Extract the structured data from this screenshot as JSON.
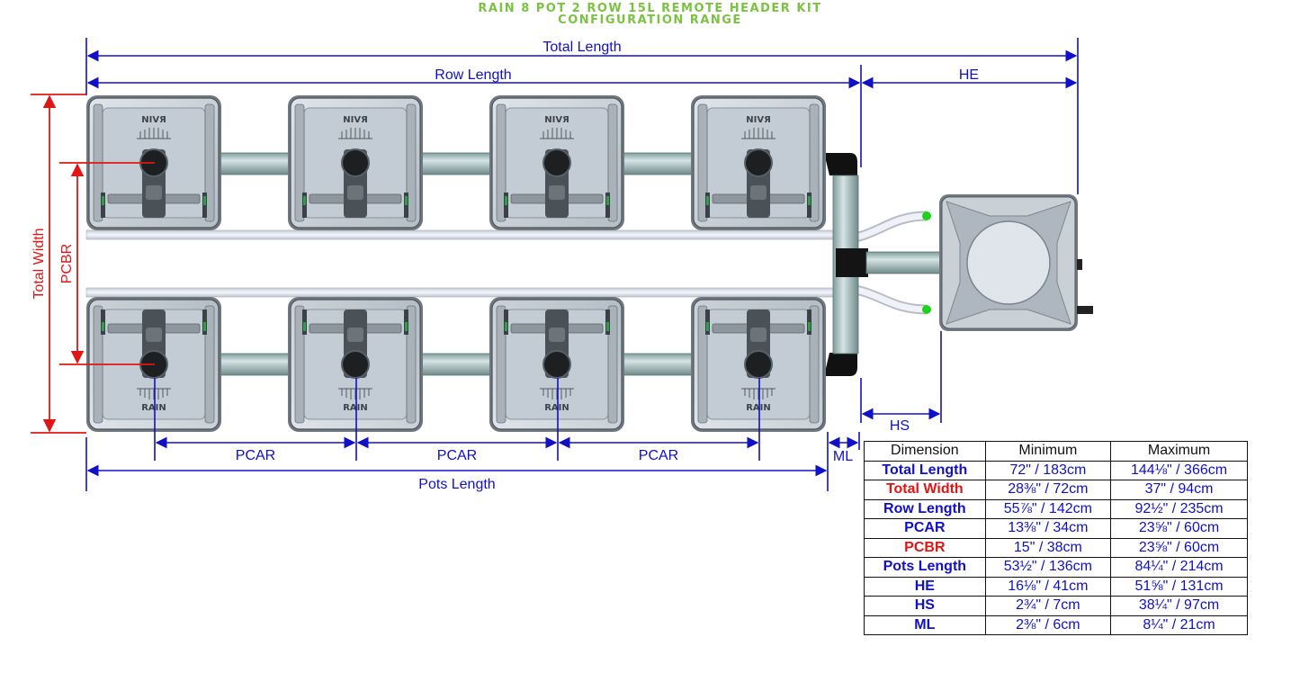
{
  "title": {
    "line1": "RAIN 8 POT 2 ROW 15L REMOTE HEADER KIT",
    "line2": "CONFIGURATION RANGE"
  },
  "labels": {
    "total_length": "Total Length",
    "row_length": "Row Length",
    "he": "HE",
    "total_width": "Total Width",
    "pcbr": "PCBR",
    "pcar": "PCAR",
    "pots_length": "Pots Length",
    "hs": "HS",
    "ml": "ML"
  },
  "pot_text": {
    "brand": "RAIN",
    "brand_flipped": "NIVЯ"
  },
  "colors": {
    "blue_dimension": "#1010c8",
    "red_dimension": "#e01616",
    "title_green": "#7cc242",
    "pipe": "#9fb8b8",
    "pot_body": "#c9d0d6"
  },
  "table": {
    "headers": [
      "Dimension",
      "Minimum",
      "Maximum"
    ],
    "rows": [
      {
        "name": "Total Length",
        "min": "72\" / 183cm",
        "max": "144⅛\" / 366cm",
        "color": "blue"
      },
      {
        "name": "Total Width",
        "min": "28⅜\" / 72cm",
        "max": "37\" / 94cm",
        "color": "red"
      },
      {
        "name": "Row Length",
        "min": "55⅞\" / 142cm",
        "max": "92½\" / 235cm",
        "color": "blue"
      },
      {
        "name": "PCAR",
        "min": "13⅜\" / 34cm",
        "max": "23⅝\" / 60cm",
        "color": "blue"
      },
      {
        "name": "PCBR",
        "min": "15\" / 38cm",
        "max": "23⅝\" / 60cm",
        "color": "red"
      },
      {
        "name": "Pots Length",
        "min": "53½\" / 136cm",
        "max": "84¼\" / 214cm",
        "color": "blue"
      },
      {
        "name": "HE",
        "min": "16⅛\" / 41cm",
        "max": "51⅝\" / 131cm",
        "color": "blue"
      },
      {
        "name": "HS",
        "min": "2¾\" / 7cm",
        "max": "38¼\" / 97cm",
        "color": "blue"
      },
      {
        "name": "ML",
        "min": "2⅜\" / 6cm",
        "max": "8¼\" / 21cm",
        "color": "blue"
      }
    ]
  }
}
